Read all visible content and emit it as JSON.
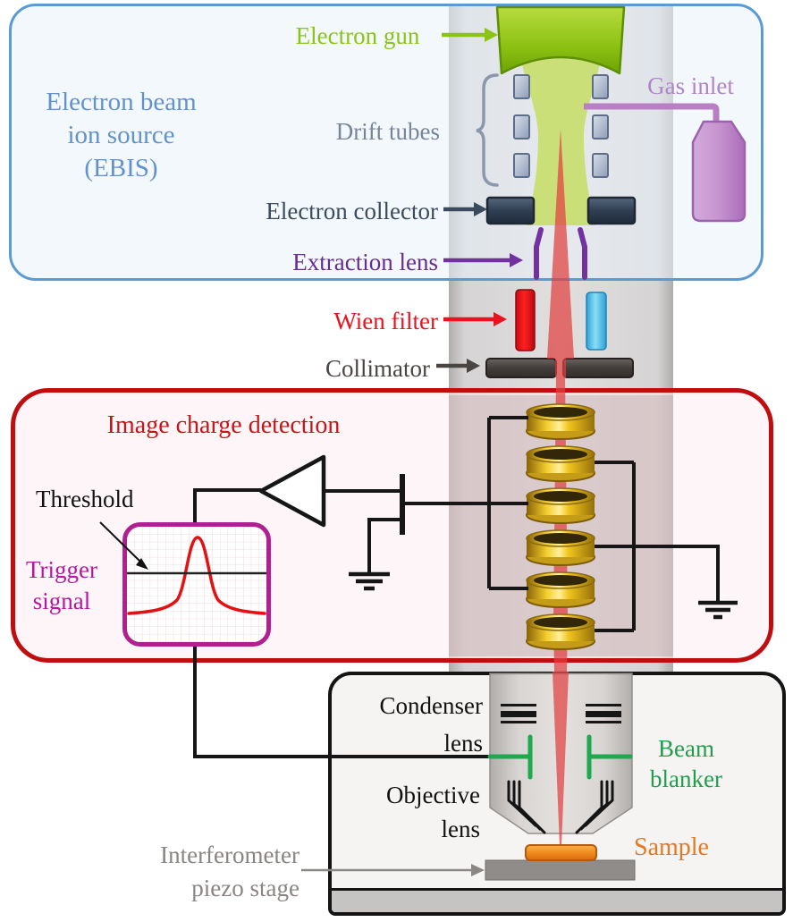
{
  "ebis": {
    "title_lines": [
      "Electron beam",
      "ion source",
      "(EBIS)"
    ],
    "electron_gun": "Electron gun",
    "drift_tubes": "Drift tubes",
    "gas_inlet": "Gas inlet",
    "electron_collector": "Electron collector",
    "extraction_lens": "Extraction lens"
  },
  "beamline": {
    "wien_filter": "Wien filter",
    "collimator": "Collimator"
  },
  "detection": {
    "title": "Image charge detection",
    "threshold": "Threshold",
    "trigger_signal_lines": [
      "Trigger",
      "signal"
    ]
  },
  "microscope": {
    "condenser_lines": [
      "Condenser",
      "lens"
    ],
    "objective_lines": [
      "Objective",
      "lens"
    ],
    "beam_blanker_lines": [
      "Beam",
      "blanker"
    ],
    "sample": "Sample",
    "stage_lines": [
      "Interferometer",
      "piezo stage"
    ]
  },
  "icons": {
    "amplifier": "amplifier-triangle",
    "ground_left": "ground-symbol",
    "ground_right": "ground-symbol",
    "pickup_cylinders": "image-charge-pickup-rings",
    "trigger_plot": "peak-signal-with-threshold-line"
  },
  "colors": {
    "ebis_border": "#5b9bd5",
    "ebis_text": "#6292cb",
    "detection_border": "#c00d10",
    "trigger_border": "#b1208f",
    "electron_gun_green": "#8bc412",
    "beam_green": "#cbdf78",
    "ion_beam_red": "#e04040",
    "wien_red": "#e8131f",
    "wien_cyan": "#54c2ee",
    "drift_tube_steel": "#9aa8c2",
    "collector_slate": "#3b4a5c",
    "extraction_purple": "#7132a0",
    "gas_lavender": "#b184c7",
    "gold": "#e8c11e",
    "beam_blanker_green": "#1ea94f",
    "sample_orange": "#e87722",
    "stage_gray": "#8a8482"
  }
}
